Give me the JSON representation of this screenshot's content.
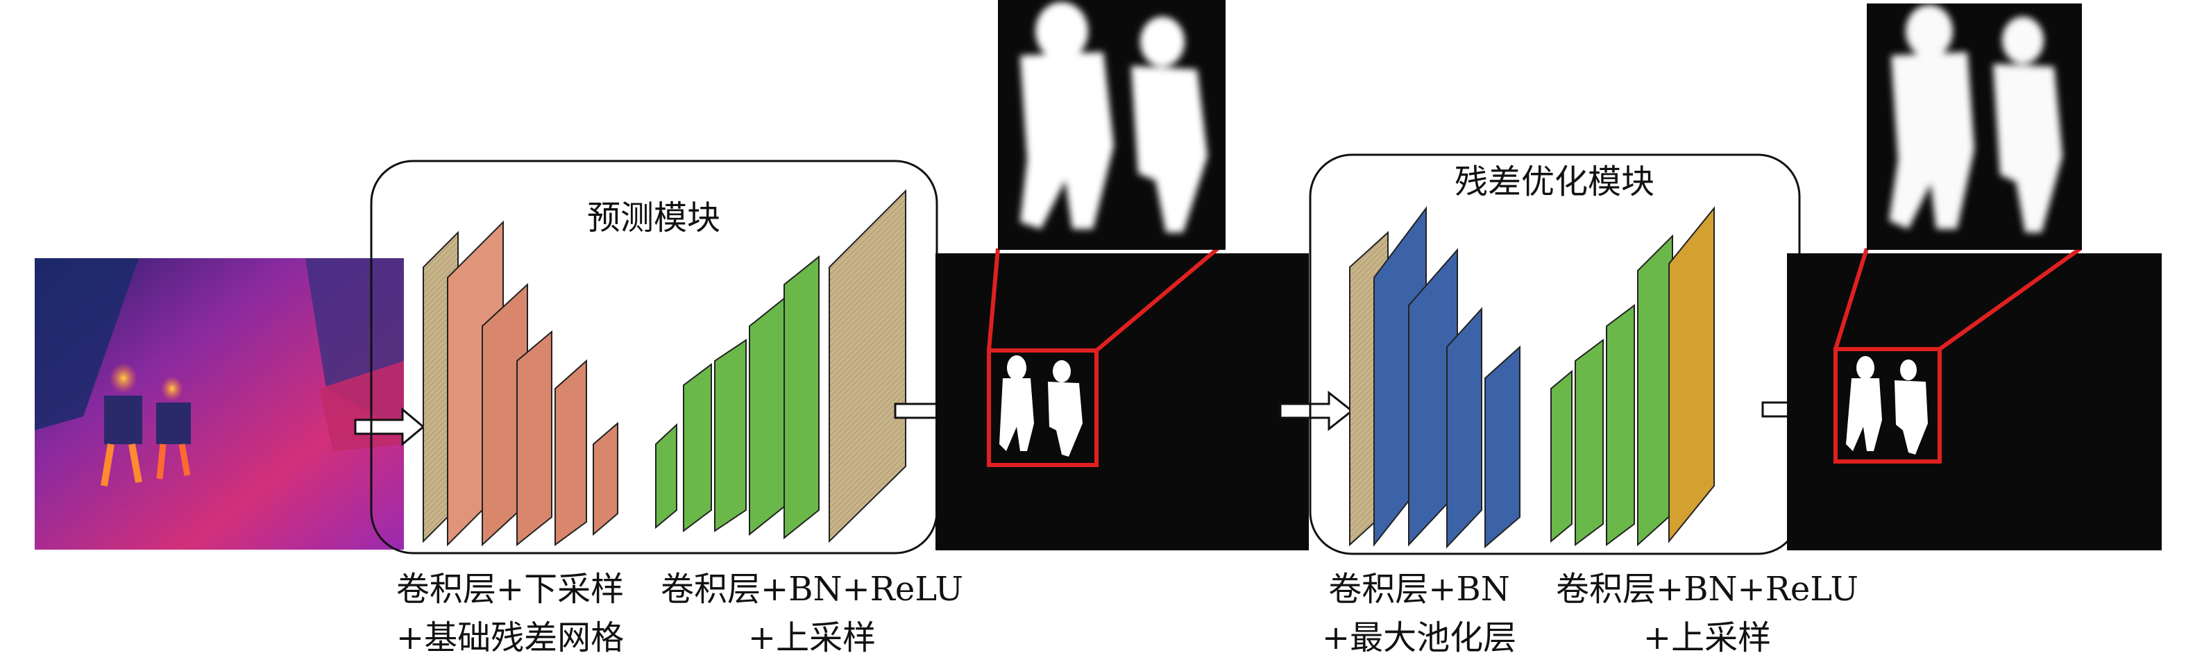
{
  "modules": [
    {
      "title": "预测模块"
    },
    {
      "title": "残差优化模块"
    }
  ],
  "captions": [
    {
      "line1": "卷积层+下采样",
      "line2": "+基础残差网格"
    },
    {
      "line1": "卷积层+BN+ReLU",
      "line2": "+上采样"
    },
    {
      "line1": "卷积层+BN",
      "line2": "+最大池化层"
    },
    {
      "line1": "卷积层+BN+ReLU",
      "line2": "+上采样"
    }
  ],
  "colors": {
    "frame": "#111111",
    "zoom_box": "#e02020",
    "texture_layer": "#c8b48a",
    "salmon_layer": "#e0947a",
    "green_layer": "#6ab84a",
    "blue_layer": "#3c63a8",
    "gold_layer": "#d4a030",
    "mask_bg": "#0a0a0a",
    "mask_fg": "#ffffff"
  },
  "icons": [
    "arrow-right-icon",
    "thermal-image",
    "coarse-mask",
    "refined-mask"
  ]
}
